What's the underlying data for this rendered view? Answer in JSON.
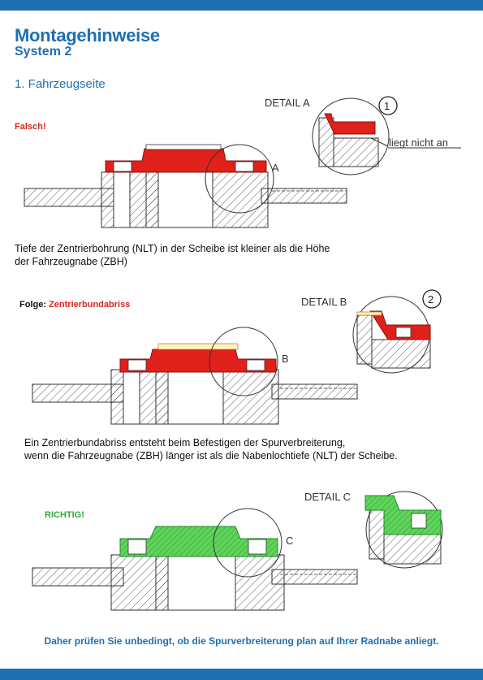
{
  "header": {
    "title": "Montagehinweise",
    "subtitle": "System 2",
    "section": "1. Fahrzeugseite"
  },
  "panel1": {
    "status": "Falsch!",
    "detail_title": "DETAIL A",
    "detail_number": "1",
    "callout_letter": "A",
    "detail_note": "liegt nicht an",
    "description_line1": "Tiefe der Zentrierbohrung (NLT) in der Scheibe ist kleiner als die Höhe",
    "description_line2": "der Fahrzeugnabe (ZBH)"
  },
  "panel2": {
    "status_prefix": "Folge: ",
    "status": "Zentrierbundabriss",
    "detail_title": "DETAIL B",
    "detail_number": "2",
    "callout_letter": "B",
    "description_line1": "Ein Zentrierbundabriss entsteht beim Befestigen der Spurverbreiterung,",
    "description_line2": "wenn die Fahrzeugnabe (ZBH) länger ist als die Nabenlochtiefe (NLT) der Scheibe."
  },
  "panel3": {
    "status": "RICHTIG!",
    "detail_title": "DETAIL C",
    "callout_letter": "C"
  },
  "footer": {
    "text": "Daher prüfen Sie unbedingt, ob die Spurverbreiterung plan auf Ihrer Radnabe anliegt."
  },
  "colors": {
    "brand": "#1f6fb2",
    "wrong": "#d9261c",
    "right": "#2eaa3a"
  }
}
